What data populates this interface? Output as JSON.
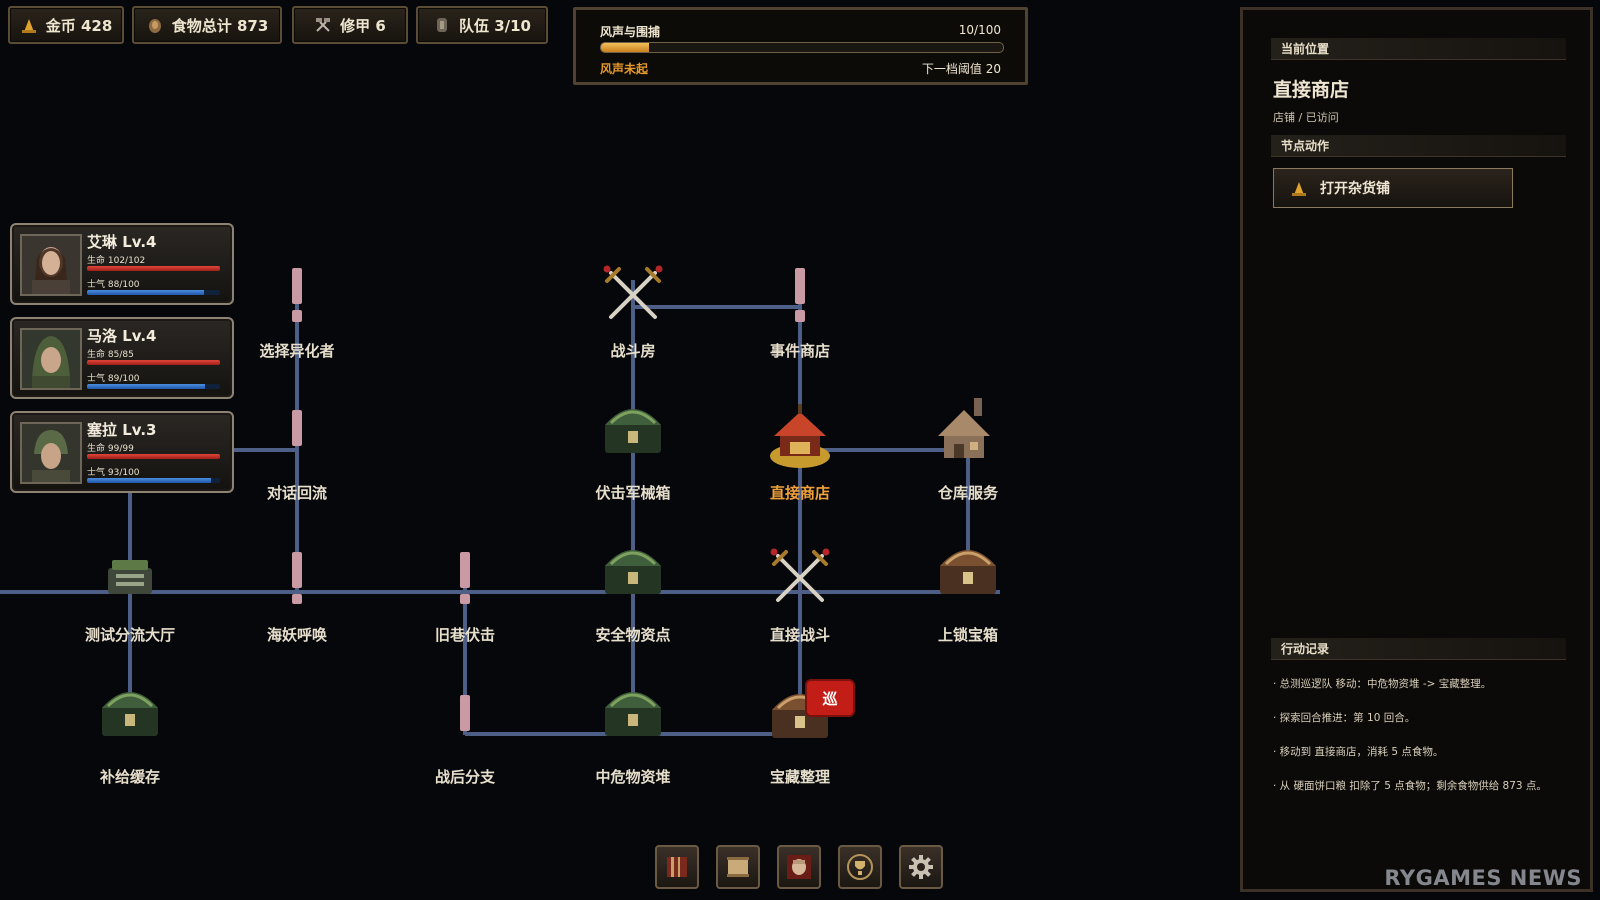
{
  "resources": [
    {
      "label": "金币 428",
      "icon": "coin-icon"
    },
    {
      "label": "食物总计 873",
      "icon": "food-icon"
    },
    {
      "label": "修甲 6",
      "icon": "hammer-icon"
    },
    {
      "label": "队伍 3/10",
      "icon": "party-icon"
    }
  ],
  "wind": {
    "title": "风声与围捕",
    "count": "10/100",
    "progress": 0.12,
    "state": "风声未起",
    "next": "下一档阈值 20"
  },
  "party": [
    {
      "name": "艾琳 Lv.4",
      "hp_text": "生命 102/102",
      "hp": 1.0,
      "morale_text": "士气 88/100",
      "morale": 0.88
    },
    {
      "name": "马洛 Lv.4",
      "hp_text": "生命 85/85",
      "hp": 1.0,
      "morale_text": "士气 89/100",
      "morale": 0.89
    },
    {
      "name": "塞拉 Lv.3",
      "hp_text": "生命 99/99",
      "hp": 1.0,
      "morale_text": "士气 93/100",
      "morale": 0.93
    }
  ],
  "map": {
    "nodes": {
      "select": "选择异化者",
      "battle_room": "战斗房",
      "event_shop": "事件商店",
      "dialogue": "对话回流",
      "ambush_box": "伏击军械箱",
      "direct_shop": "直接商店",
      "warehouse": "仓库服务",
      "test_hall": "测试分流大厅",
      "siren": "海妖呼唤",
      "old_alley": "旧巷伏击",
      "safe_supply": "安全物资点",
      "direct_battle": "直接战斗",
      "locked_chest": "上锁宝箱",
      "supply_cache": "补给缓存",
      "after_battle": "战后分支",
      "mid_supply": "中危物资堆",
      "treasure": "宝藏整理"
    },
    "patrol_label": "巡"
  },
  "toolbar": [
    {
      "icon": "map-book-icon"
    },
    {
      "icon": "scroll-icon"
    },
    {
      "icon": "fist-icon"
    },
    {
      "icon": "trophy-icon"
    },
    {
      "icon": "gear-icon"
    }
  ],
  "panel": {
    "location_header": "当前位置",
    "location_name": "直接商店",
    "location_sub": "店铺 / 已访问",
    "actions_header": "节点动作",
    "action_button": "打开杂货铺",
    "log_header": "行动记录",
    "log": [
      "· 总测巡逻队 移动：中危物资堆 -> 宝藏整理。",
      "· 探索回合推进：第 10 回合。",
      "· 移动到 直接商店，消耗 5 点食物。",
      "· 从 硬面饼口粮 扣除了 5 点食物；剩余食物供给 873 点。"
    ]
  },
  "watermark": "RYGAMES NEWS",
  "colors": {
    "accent": "#f0a23a",
    "path": "#4d5f86",
    "patrol": "#c21d17"
  }
}
